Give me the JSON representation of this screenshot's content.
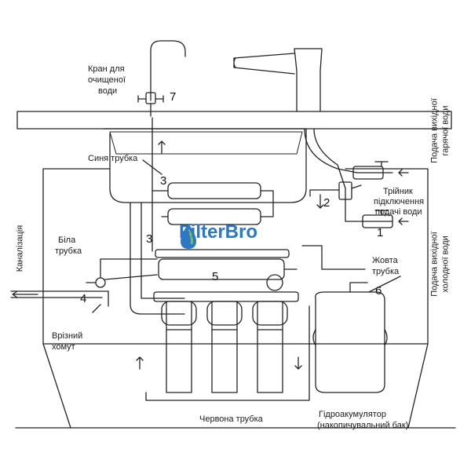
{
  "labels": {
    "faucet_title_1": "Кран для",
    "faucet_title_2": "очищеної",
    "faucet_title_3": "води",
    "blue_tube": "Синя трубка",
    "tee_1": "Трійник",
    "tee_2": "підключення",
    "tee_3": "подачі води",
    "hot_supply_1": "Подача вихідної",
    "hot_supply_2": "гарячої води",
    "cold_supply_1": "Подача вихідної",
    "cold_supply_2": "холодної води",
    "sewer": "Каналізація",
    "white_tube_1": "Біла",
    "white_tube_2": "трубка",
    "yellow_tube_1": "Жовта",
    "yellow_tube_2": "трубка",
    "clamp_1": "Врізний",
    "clamp_2": "хомут",
    "red_tube": "Червона трубка",
    "tank_1": "Гідроакумулятор",
    "tank_2": "(накопичувальний бак)"
  },
  "numbers": {
    "n7": "7",
    "n3a": "3",
    "n2": "2",
    "n1": "1",
    "n3b": "3",
    "n5": "5",
    "n4": "4",
    "n6": "6"
  },
  "logo": {
    "text": "FilterBro",
    "color": "#2c78c4",
    "accent": "#7dc242"
  },
  "colors": {
    "line": "#222222",
    "light": "#555555"
  }
}
